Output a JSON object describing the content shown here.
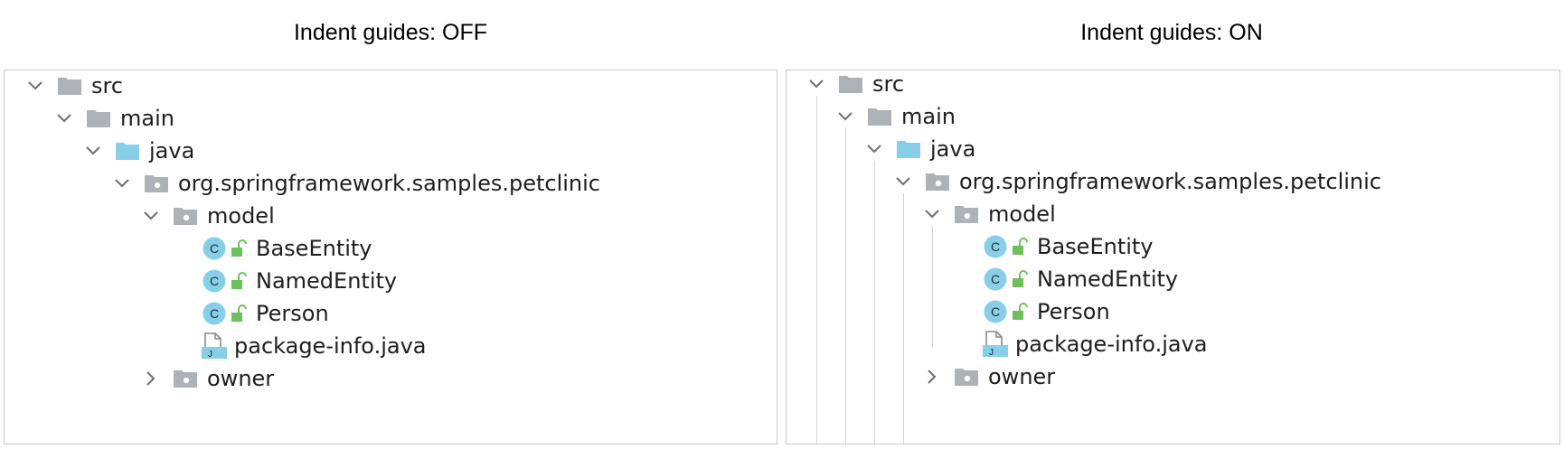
{
  "captions": {
    "left": "Indent guides: OFF",
    "right": "Indent guides: ON"
  },
  "tree": {
    "src": "src",
    "main": "main",
    "java": "java",
    "package": "org.springframework.samples.petclinic",
    "model": "model",
    "class_1": "BaseEntity",
    "class_2": "NamedEntity",
    "class_3": "Person",
    "file": "package-info.java",
    "owner": "owner"
  },
  "icons": {
    "folder": "folder-icon",
    "source_folder": "source-root-folder-icon",
    "package": "package-icon",
    "class": "class-icon",
    "access": "unlocked-icon",
    "java_file": "java-file-icon",
    "expanded": "chevron-down-icon",
    "collapsed": "chevron-right-icon"
  },
  "colors": {
    "folder": "#adb1b8",
    "source_folder": "#87cfe9",
    "class_badge": "#87cfe9",
    "lock": "#6cc15a",
    "guide": "#d4d4d4",
    "border": "#c9c9c9"
  }
}
